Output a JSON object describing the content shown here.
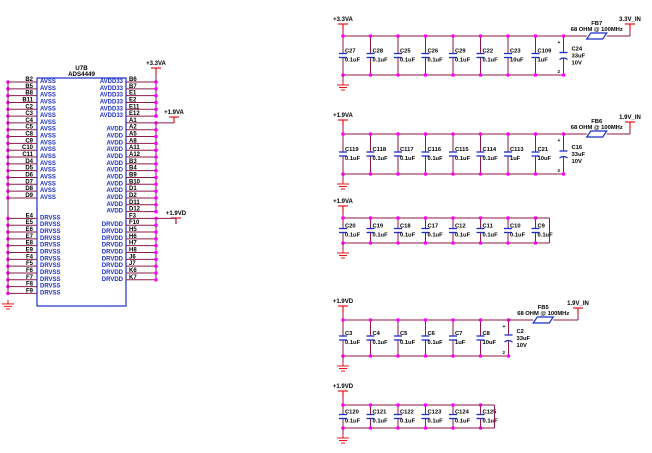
{
  "colors": {
    "wire": "#8b1a4a",
    "junction": "#ff00ff",
    "power": "#e8141c",
    "chip_border": "#1a2fc8",
    "pin_name": "#1a2fc8",
    "text": "#000000",
    "ferrite": "#1a2fc8"
  },
  "chip": {
    "ref": "U7B",
    "part": "ADS4449",
    "left_pins": [
      {
        "num": "B2",
        "name": "AVSS"
      },
      {
        "num": "B5",
        "name": "AVSS"
      },
      {
        "num": "B8",
        "name": "AVSS"
      },
      {
        "num": "B11",
        "name": "AVSS"
      },
      {
        "num": "C2",
        "name": "AVSS"
      },
      {
        "num": "C3",
        "name": "AVSS"
      },
      {
        "num": "C4",
        "name": "AVSS"
      },
      {
        "num": "C5",
        "name": "AVSS"
      },
      {
        "num": "C8",
        "name": "AVSS"
      },
      {
        "num": "C9",
        "name": "AVSS"
      },
      {
        "num": "C10",
        "name": "AVSS"
      },
      {
        "num": "C11",
        "name": "AVSS"
      },
      {
        "num": "D4",
        "name": "AVSS"
      },
      {
        "num": "D5",
        "name": "AVSS"
      },
      {
        "num": "D6",
        "name": "AVSS"
      },
      {
        "num": "D7",
        "name": "AVSS"
      },
      {
        "num": "D8",
        "name": "AVSS"
      },
      {
        "num": "D9",
        "name": "AVSS"
      },
      {
        "num": "",
        "name": ""
      },
      {
        "num": "",
        "name": ""
      },
      {
        "num": "E4",
        "name": "DRVSS"
      },
      {
        "num": "E5",
        "name": "DRVSS"
      },
      {
        "num": "E6",
        "name": "DRVSS"
      },
      {
        "num": "E7",
        "name": "DRVSS"
      },
      {
        "num": "E8",
        "name": "DRVSS"
      },
      {
        "num": "E9",
        "name": "DRVSS"
      },
      {
        "num": "F4",
        "name": "DRVSS"
      },
      {
        "num": "F5",
        "name": "DRVSS"
      },
      {
        "num": "F6",
        "name": "DRVSS"
      },
      {
        "num": "F7",
        "name": "DRVSS"
      },
      {
        "num": "F8",
        "name": "DRVSS"
      },
      {
        "num": "F9",
        "name": "DRVSS"
      }
    ],
    "right_pins": [
      {
        "num": "B6",
        "name": "AVDD33"
      },
      {
        "num": "B7",
        "name": "AVDD33"
      },
      {
        "num": "E1",
        "name": "AVDD33"
      },
      {
        "num": "E2",
        "name": "AVDD33"
      },
      {
        "num": "E11",
        "name": "AVDD33"
      },
      {
        "num": "E12",
        "name": "AVDD33"
      },
      {
        "num": "A1",
        "name": ""
      },
      {
        "num": "A2",
        "name": "AVDD"
      },
      {
        "num": "A5",
        "name": "AVDD"
      },
      {
        "num": "A8",
        "name": "AVDD"
      },
      {
        "num": "A11",
        "name": "AVDD"
      },
      {
        "num": "A12",
        "name": "AVDD"
      },
      {
        "num": "B3",
        "name": "AVDD"
      },
      {
        "num": "B4",
        "name": "AVDD"
      },
      {
        "num": "B9",
        "name": "AVDD"
      },
      {
        "num": "B10",
        "name": "AVDD"
      },
      {
        "num": "D1",
        "name": "AVDD"
      },
      {
        "num": "D2",
        "name": "AVDD"
      },
      {
        "num": "D11",
        "name": "AVDD"
      },
      {
        "num": "D12",
        "name": "AVDD"
      },
      {
        "num": "F3",
        "name": ""
      },
      {
        "num": "F10",
        "name": "DRVDD"
      },
      {
        "num": "H5",
        "name": "DRVDD"
      },
      {
        "num": "H6",
        "name": "DRVDD"
      },
      {
        "num": "H7",
        "name": "DRVDD"
      },
      {
        "num": "H8",
        "name": "DRVDD"
      },
      {
        "num": "J6",
        "name": "DRVDD"
      },
      {
        "num": "J7",
        "name": "DRVDD"
      },
      {
        "num": "K6",
        "name": "DRVDD"
      },
      {
        "num": "K7",
        "name": "DRVDD"
      }
    ],
    "power_labels": {
      "avdd33": "+3.3VA",
      "avdd": "+1.9VA",
      "drvdd": "+1.9VD"
    }
  },
  "banks": [
    {
      "rail": "+3.3VA",
      "caps": [
        {
          "ref": "C27",
          "val": "0.1uF"
        },
        {
          "ref": "C28",
          "val": "0.1uF"
        },
        {
          "ref": "C25",
          "val": "0.1uF"
        },
        {
          "ref": "C26",
          "val": "0.1uF"
        },
        {
          "ref": "C29",
          "val": "0.1uF"
        },
        {
          "ref": "C22",
          "val": "0.1uF"
        },
        {
          "ref": "C23",
          "val": "10uF"
        },
        {
          "ref": "C109",
          "val": "1uF"
        }
      ],
      "bulk": {
        "ref": "C24",
        "val": "33uF",
        "volt": "10V"
      },
      "ferrite": {
        "ref": "FB7",
        "val": "68 OHM @ 100MHz"
      },
      "input": "3.3V_IN"
    },
    {
      "rail": "+1.9VA",
      "caps": [
        {
          "ref": "C119",
          "val": "0.1uF"
        },
        {
          "ref": "C118",
          "val": "0.1uF"
        },
        {
          "ref": "C117",
          "val": "0.1uF"
        },
        {
          "ref": "C116",
          "val": "0.1uF"
        },
        {
          "ref": "C115",
          "val": "0.1uF"
        },
        {
          "ref": "C114",
          "val": "0.1uF"
        },
        {
          "ref": "C113",
          "val": "1uF"
        },
        {
          "ref": "C21",
          "val": "10uF"
        }
      ],
      "bulk": {
        "ref": "C16",
        "val": "33uF",
        "volt": "10V"
      },
      "ferrite": {
        "ref": "FB6",
        "val": "68 OHM @ 100MHz"
      },
      "input": "1.9V_IN"
    },
    {
      "rail": "+1.9VA",
      "caps": [
        {
          "ref": "C20",
          "val": "0.1uF"
        },
        {
          "ref": "C19",
          "val": "0.1uF"
        },
        {
          "ref": "C18",
          "val": "0.1uF"
        },
        {
          "ref": "C17",
          "val": "0.1uF"
        },
        {
          "ref": "C12",
          "val": "0.1uF"
        },
        {
          "ref": "C11",
          "val": "0.1uF"
        },
        {
          "ref": "C10",
          "val": "0.1uF"
        },
        {
          "ref": "C9",
          "val": "0.1uF"
        }
      ]
    },
    {
      "rail": "+1.9VD",
      "caps": [
        {
          "ref": "C3",
          "val": "0.1uF"
        },
        {
          "ref": "C4",
          "val": "0.1uF"
        },
        {
          "ref": "C5",
          "val": "0.1uF"
        },
        {
          "ref": "C6",
          "val": "0.1uF"
        },
        {
          "ref": "C7",
          "val": "1uF"
        },
        {
          "ref": "C8",
          "val": "10uF"
        }
      ],
      "bulk": {
        "ref": "C2",
        "val": "33uF",
        "volt": "10V"
      },
      "ferrite": {
        "ref": "FB5",
        "val": "68 OHM @ 100MHz"
      },
      "input": "1.9V_IN"
    },
    {
      "rail": "+1.9VD",
      "caps": [
        {
          "ref": "C120",
          "val": "0.1uF"
        },
        {
          "ref": "C121",
          "val": "0.1uF"
        },
        {
          "ref": "C122",
          "val": "0.1uF"
        },
        {
          "ref": "C123",
          "val": "0.1uF"
        },
        {
          "ref": "C124",
          "val": "0.1uF"
        },
        {
          "ref": "C125",
          "val": "0.1uF"
        }
      ]
    }
  ]
}
